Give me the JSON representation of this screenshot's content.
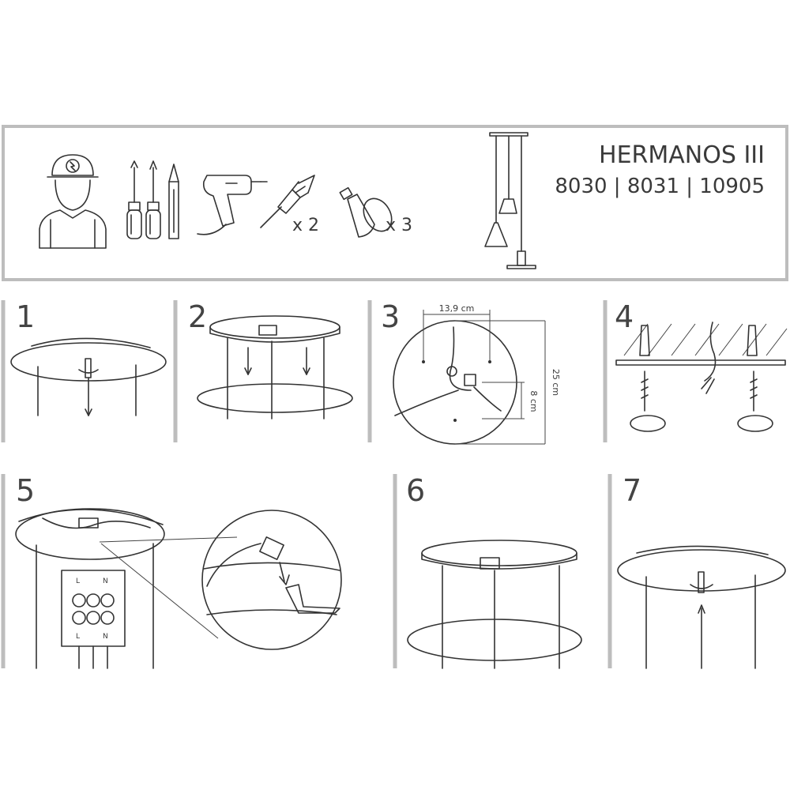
{
  "header": {
    "title": "HERMANOS III",
    "codes": "8030 | 8031 | 10905",
    "qty_dowels": "x 2",
    "qty_bulbs": "x 3"
  },
  "steps": [
    "1",
    "2",
    "3",
    "4",
    "5",
    "6",
    "7"
  ],
  "step3": {
    "dim_top": "13,9 cm",
    "dim_right": "25 cm",
    "dim_small": "8 cm"
  },
  "step5": {
    "terminal_top": [
      "L",
      "N"
    ],
    "terminal_bottom": [
      "L",
      "N"
    ]
  }
}
